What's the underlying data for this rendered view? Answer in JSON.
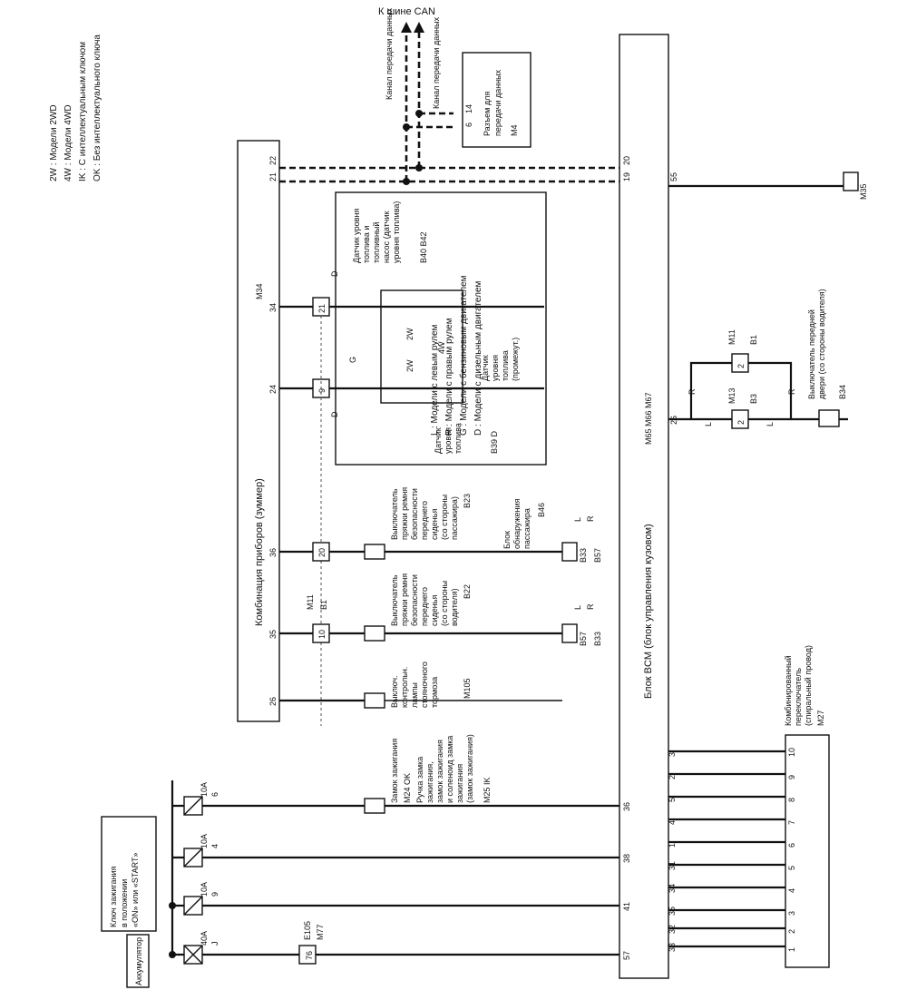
{
  "can_bus": "К шине CAN",
  "can_lines": [
    "Канал передачи данных",
    "Канал передачи данных"
  ],
  "diag_connector": [
    "Разъем для",
    "передачи данных"
  ],
  "diag_connector_pins": [
    "6",
    "14"
  ],
  "diag_connector_id": "M4",
  "legend_left": [
    {
      "sym": "L",
      "text": ": Модели с левым рулем"
    },
    {
      "sym": "R",
      "text": ": Модели с правым рулем"
    },
    {
      "sym": "G",
      "text": ": Модели с бензиновым двигателем"
    },
    {
      "sym": "D",
      "text": ": Модели с дизельным двигателем"
    }
  ],
  "legend_right": [
    {
      "sym": "2W",
      "text": ": Модели 2WD"
    },
    {
      "sym": "4W",
      "text": ": Модели 4WD"
    },
    {
      "sym": "IK",
      "text": ": С интеллектуальным ключом"
    },
    {
      "sym": "OK",
      "text": ": Без интеллектуального ключа"
    }
  ],
  "combination_meter": {
    "label": "Комбинация приборов (зуммер)",
    "id": "M34"
  },
  "combination_meter_pins": [
    "22",
    "21",
    "34",
    "24",
    "36",
    "35",
    "26"
  ],
  "bcm": {
    "label": "Блок BCM (блок управления кузовом)",
    "ids": [
      "M65",
      "M66",
      "M67"
    ]
  },
  "bcm_pins_top": [
    "20",
    "19",
    "55",
    "26"
  ],
  "bcm_pins_bottom": [
    "3",
    "2",
    "5",
    "4",
    "1",
    "31",
    "34",
    "35",
    "32",
    "33",
    "36",
    "38",
    "41",
    "57"
  ],
  "fuel_sender_g": {
    "lines": [
      "Датчик уровня",
      "топлива и",
      "топливный",
      "насос (датчик",
      "уровня топлива)"
    ],
    "ids": [
      "B40",
      "G",
      "B42",
      "4W"
    ]
  },
  "fuel_sender_sub": {
    "lines": [
      "Датчик",
      "уровня",
      "топлива",
      "(промежут.)"
    ],
    "id": "4W"
  },
  "fuel_sender_d": {
    "lines": [
      "Датчик",
      "уровня",
      "топлива"
    ],
    "ids": [
      "B39",
      "D"
    ]
  },
  "joint_meter_pins": [
    "21",
    "9",
    "20",
    "10"
  ],
  "joint_ids": [
    "M11",
    "B1"
  ],
  "seatbelt_pass": {
    "lines": [
      "Выключатель",
      "пряжки ремня",
      "безопасности",
      "переднего",
      "сиденья",
      "(со стороны",
      "пассажира)"
    ],
    "id": "B23"
  },
  "occupant_sensor": {
    "lines": [
      "Блок",
      "обнаружения",
      "пассажира"
    ],
    "id": "B46",
    "syms": [
      "L",
      "R"
    ]
  },
  "seatbelt_driver": {
    "lines": [
      "Выключатель",
      "пряжки ремня",
      "безопасности",
      "переднего",
      "сиденья",
      "(со стороны",
      "водителя)"
    ],
    "id": "B22",
    "syms": [
      "L",
      "R"
    ]
  },
  "ground_ids": [
    "B33",
    "B57",
    "B57",
    "B33",
    "M35"
  ],
  "parking_brake": {
    "lines": [
      "Выключ.",
      "контрольн.",
      "лампы",
      "стояночного",
      "тормоза"
    ],
    "id": "M105"
  },
  "ignition_lock": {
    "lines": [
      "Замок зажигания"
    ],
    "ids": [
      "M24",
      "OK",
      "M25",
      "IK"
    ],
    "alt_lines": [
      "Ручка замка",
      "зажигания,",
      "замок зажигания",
      "и соленоид замка",
      "зажигания",
      "(замок зажигания)"
    ]
  },
  "ignition_key": {
    "lines": [
      "Ключ зажигания",
      "в положении",
      "«ON» или «START»"
    ]
  },
  "battery": "Аккумулятор",
  "fuses": [
    {
      "amp": "10A",
      "num": "6"
    },
    {
      "amp": "10A",
      "num": "4"
    },
    {
      "amp": "10A",
      "num": "9"
    },
    {
      "amp": "40A",
      "num": "J"
    }
  ],
  "connector_e105": {
    "ids": [
      "E105",
      "M77"
    ],
    "pin": "76"
  },
  "door_switch": {
    "lines": [
      "Выключатель передней",
      "двери (со стороны водителя)"
    ],
    "id": "B34"
  },
  "door_joints": [
    {
      "ids": [
        "M11",
        "B1"
      ],
      "pin": "2"
    },
    {
      "ids": [
        "M13",
        "B3"
      ],
      "pin": "2"
    }
  ],
  "door_syms": [
    "R",
    "L",
    "L",
    "R"
  ],
  "combi_switch": {
    "lines": [
      "Комбинированный",
      "переключатель",
      "(спиральный провод)"
    ],
    "id": "M27",
    "pins": [
      "10",
      "9",
      "8",
      "7",
      "6",
      "5",
      "4",
      "3",
      "2",
      "1"
    ]
  }
}
